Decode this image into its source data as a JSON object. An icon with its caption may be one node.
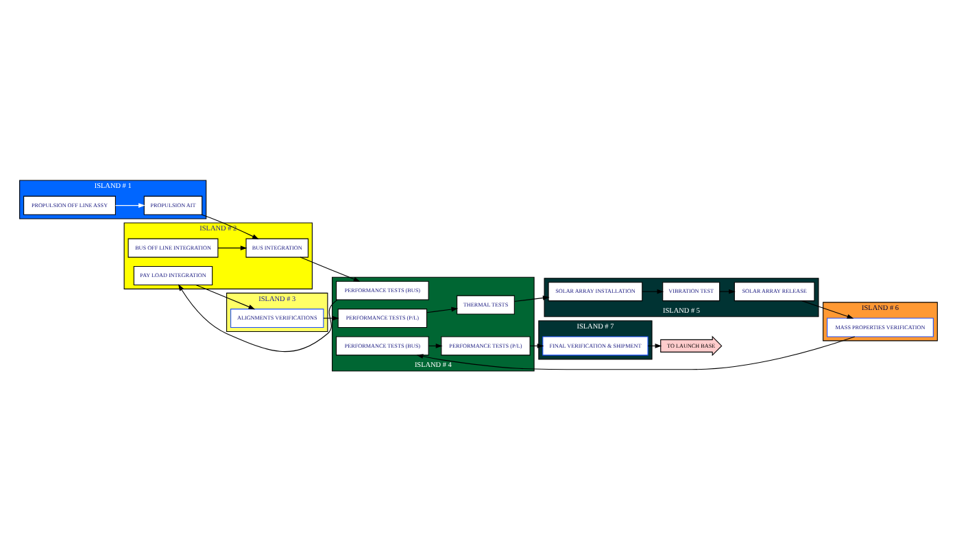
{
  "diagram": {
    "nodes": [
      {
        "text": [
          "ISLAND # 1"
        ]
      },
      {
        "text": [
          "PROPULSION OFF LINE ASSY"
        ],
        "in": 0
      },
      {
        "text": [
          "PROPULSION AIT"
        ],
        "in": 0
      },
      {
        "text": [
          "ISLAND # 2"
        ]
      },
      {
        "text": [
          "BUS OFF LINE INTEGRATION"
        ],
        "in": 3
      },
      {
        "text": [
          "BUS INTEGRATION"
        ],
        "in": 3
      },
      {
        "text": [
          "PAY LOAD INTEGRATION"
        ],
        "in": 3
      },
      {
        "text": [
          "ISLAND # 7"
        ]
      },
      {
        "text": [
          "FINAL VERIFICATION & SHIPMENT"
        ],
        "in": 7
      },
      {
        "text": [
          "TO LAUNCH BASE"
        ]
      },
      {
        "text": [
          "ISLAND # 4"
        ]
      },
      {
        "text": [
          "PERFORMANCE TESTS (BUS)"
        ],
        "in": 10
      },
      {
        "text": [
          "PERFORMANCE TESTS (P/L)"
        ],
        "in": 10
      },
      {
        "text": [
          "PERFORMANCE TESTS (P/L)"
        ],
        "in": 10
      },
      {
        "text": [
          "PERFORMANCE TESTS (BUS)"
        ],
        "in": 10
      },
      {
        "text": [
          "THERMAL TESTS"
        ],
        "in": 10
      },
      {
        "text": [
          "ISLAND # 6"
        ]
      },
      {
        "text": [
          "MASS PROPERTIES VERIFICATION"
        ],
        "in": 16
      },
      {
        "text": [
          "ISLAND # 3"
        ]
      },
      {
        "text": [
          "ALIGNMENTS VERIFICATIONS"
        ],
        "in": 18
      },
      {
        "text": [
          "ISLAND # 5"
        ]
      },
      {
        "text": [
          "SOLAR ARRAY RELEASE"
        ],
        "in": 20
      },
      {
        "text": [
          "VIBRATION TEST"
        ],
        "in": 20
      },
      {
        "text": [
          "SOLAR ARRAY INSTALLATION"
        ],
        "in": 20
      }
    ],
    "edges": [
      {
        "from": 1,
        "to": 2,
        "arrow": "to",
        "color": "#ffffff"
      },
      {
        "from": 2,
        "to": 5,
        "arrow": "to"
      },
      {
        "from": 4,
        "to": 5,
        "arrow": "to"
      },
      {
        "from": 5,
        "to": 11,
        "arrow": "to"
      },
      {
        "from": 11,
        "to": 6,
        "arrow": "to"
      },
      {
        "from": 6,
        "to": 19,
        "arrow": "to"
      },
      {
        "from": 19,
        "to": 13,
        "arrow": "to"
      },
      {
        "from": 13,
        "to": 15,
        "arrow": "to"
      },
      {
        "from": 15,
        "to": 23,
        "arrow": "to"
      },
      {
        "from": 23,
        "to": 22,
        "arrow": "to"
      },
      {
        "from": 22,
        "to": 21,
        "arrow": "to"
      },
      {
        "from": 21,
        "to": 17,
        "arrow": "to"
      },
      {
        "from": 17,
        "to": 14,
        "arrow": "to"
      },
      {
        "from": 14,
        "to": 12,
        "arrow": "to"
      },
      {
        "from": 12,
        "to": 8,
        "arrow": "to"
      },
      {
        "from": 8,
        "to": 9,
        "arrow": "to"
      }
    ]
  }
}
